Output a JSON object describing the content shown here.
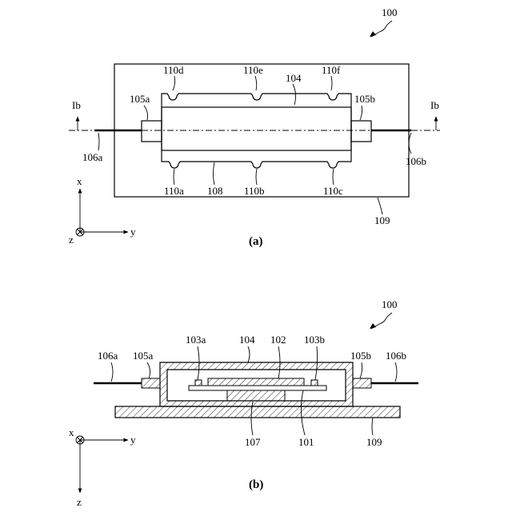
{
  "figure_a": {
    "caption": "(a)",
    "ref_main": "100",
    "labels": {
      "l110d": "110d",
      "l110e": "110e",
      "l110f": "110f",
      "l104": "104",
      "l105a": "105a",
      "l105b": "105b",
      "l106a": "106a",
      "l106b": "106b",
      "l110a": "110a",
      "l108": "108",
      "l110b": "110b",
      "l110c": "110c",
      "l109": "109",
      "ib_left": "Ib",
      "ib_right": "Ib"
    },
    "axes": {
      "x": "x",
      "y": "y",
      "z": "z"
    }
  },
  "figure_b": {
    "caption": "(b)",
    "ref_main": "100",
    "labels": {
      "l106a": "106a",
      "l105a": "105a",
      "l103a": "103a",
      "l104": "104",
      "l102": "102",
      "l103b": "103b",
      "l105b": "105b",
      "l106b": "106b",
      "l107": "107",
      "l101": "101",
      "l109": "109"
    },
    "axes": {
      "x": "x",
      "y": "y",
      "z": "z"
    }
  }
}
